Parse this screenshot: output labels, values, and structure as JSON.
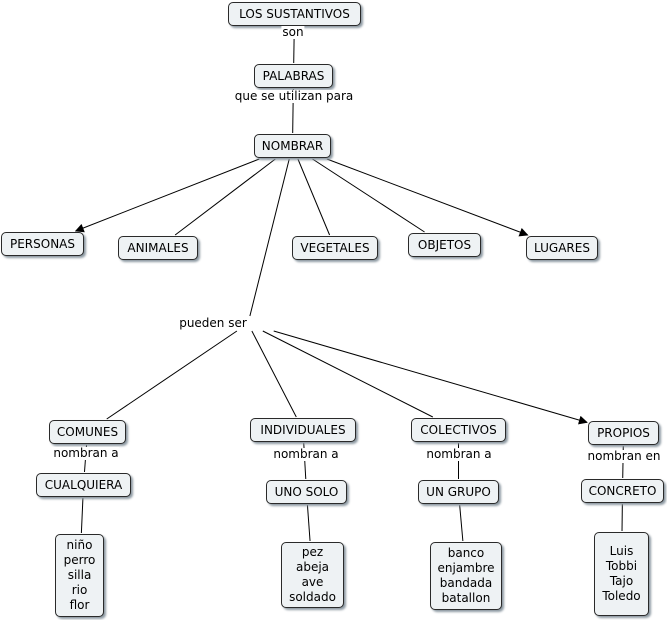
{
  "concepts": {
    "sustantivos": "LOS SUSTANTIVOS",
    "palabras": "PALABRAS",
    "nombrar": "NOMBRAR",
    "personas": "PERSONAS",
    "animales": "ANIMALES",
    "vegetales": "VEGETALES",
    "objetos": "OBJETOS",
    "lugares": "LUGARES",
    "comunes": "COMUNES",
    "individuales": "INDIVIDUALES",
    "colectivos": "COLECTIVOS",
    "propios": "PROPIOS",
    "cualquiera": "CUALQUIERA",
    "uno_solo": "UNO SOLO",
    "un_grupo": "UN GRUPO",
    "concreto": "CONCRETO",
    "ejemplos_comunes": "niño\nperro\nsilla\nrio\nflor",
    "ejemplos_individuales": "pez\nabeja\nave\nsoldado",
    "ejemplos_colectivos": "banco\nenjambre\nbandada\nbatallon",
    "ejemplos_propios": "Luis\nTobbi\nTajo\nToledo"
  },
  "linking_phrases": {
    "son": "son",
    "que_se_utilizan_para": "que se utilizan para",
    "pueden_ser": "pueden ser",
    "nombran_a_comunes": "nombran a",
    "nombran_a_individuales": "nombran a",
    "nombran_a_colectivos": "nombran a",
    "nombran_en": "nombran en"
  },
  "edges": [
    [
      "sustantivos",
      "palabras"
    ],
    [
      "palabras",
      "nombrar"
    ],
    [
      "nombrar",
      "personas"
    ],
    [
      "nombrar",
      "animales"
    ],
    [
      "nombrar",
      "vegetales"
    ],
    [
      "nombrar",
      "objetos"
    ],
    [
      "nombrar",
      "lugares"
    ],
    [
      "nombrar",
      "pueden_ser"
    ],
    [
      "pueden_ser",
      "comunes"
    ],
    [
      "pueden_ser",
      "individuales"
    ],
    [
      "pueden_ser",
      "colectivos"
    ],
    [
      "pueden_ser",
      "propios"
    ],
    [
      "comunes",
      "cualquiera"
    ],
    [
      "individuales",
      "uno_solo"
    ],
    [
      "colectivos",
      "un_grupo"
    ],
    [
      "propios",
      "concreto"
    ],
    [
      "cualquiera",
      "ejemplos_comunes"
    ],
    [
      "uno_solo",
      "ejemplos_individuales"
    ],
    [
      "un_grupo",
      "ejemplos_colectivos"
    ],
    [
      "concreto",
      "ejemplos_propios"
    ]
  ],
  "arrow_targets": [
    "personas",
    "lugares",
    "propios"
  ]
}
